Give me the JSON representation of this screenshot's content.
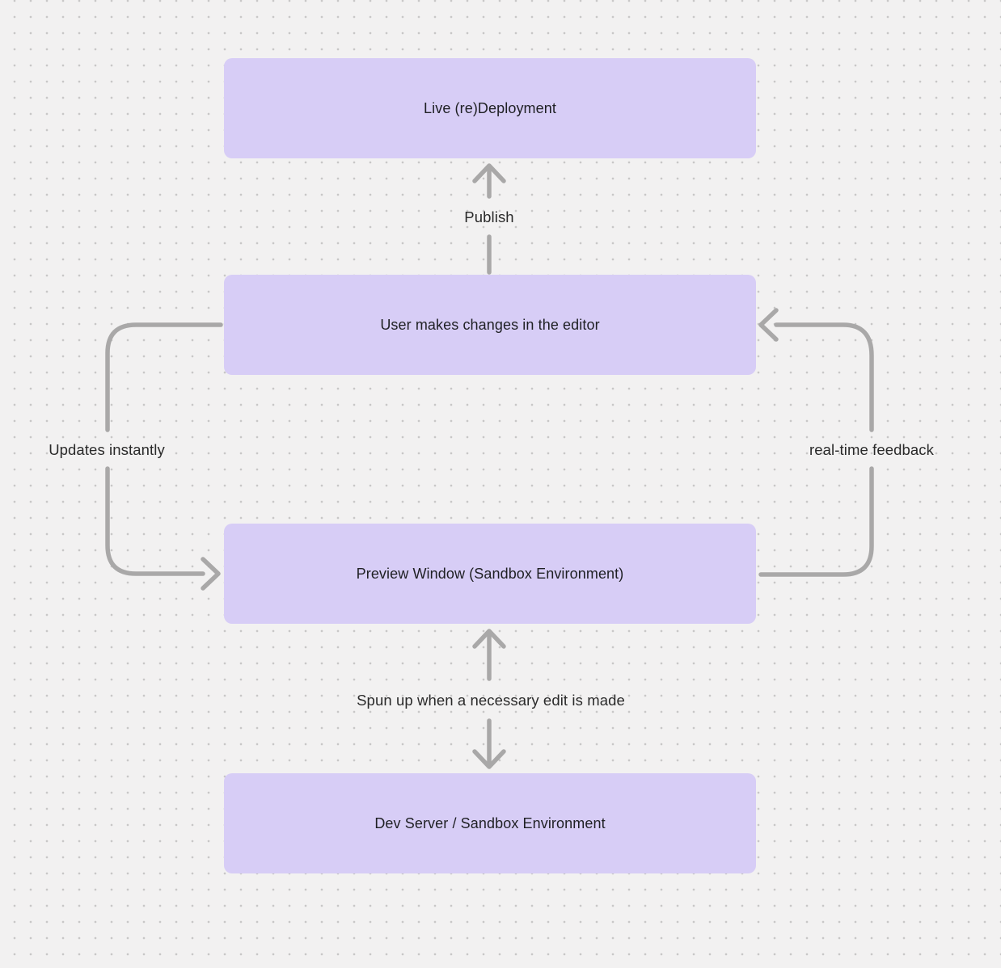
{
  "canvas": {
    "colors": {
      "background": "#f2f1f1",
      "dot-color": "#c8c7c7",
      "node-fill": "#d7cdf6",
      "node-text": "#1f2024",
      "arrow-color": "#a9a8a8",
      "label-text": "#2a2a2a"
    }
  },
  "diagram": {
    "type": "flowchart",
    "nodes": [
      {
        "id": "live-redeployment",
        "label": "Live (re)Deployment"
      },
      {
        "id": "user-editor",
        "label": "User makes changes in the editor"
      },
      {
        "id": "preview-window",
        "label": "Preview Window (Sandbox Environment)"
      },
      {
        "id": "dev-server",
        "label": "Dev Server / Sandbox Environment"
      }
    ],
    "edges": [
      {
        "id": "publish",
        "label": "Publish",
        "from": "user-editor",
        "to": "live-redeployment",
        "direction": "up"
      },
      {
        "id": "updates-instantly",
        "label": "Updates instantly",
        "from": "user-editor",
        "to": "preview-window",
        "direction": "left-loop-down"
      },
      {
        "id": "real-time-feedback",
        "label": "real-time feedback",
        "from": "preview-window",
        "to": "user-editor",
        "direction": "right-loop-up"
      },
      {
        "id": "spun-up",
        "label": "Spun up when a necessary edit is made",
        "from": "preview-window",
        "to": "dev-server",
        "direction": "bidirectional"
      }
    ]
  }
}
